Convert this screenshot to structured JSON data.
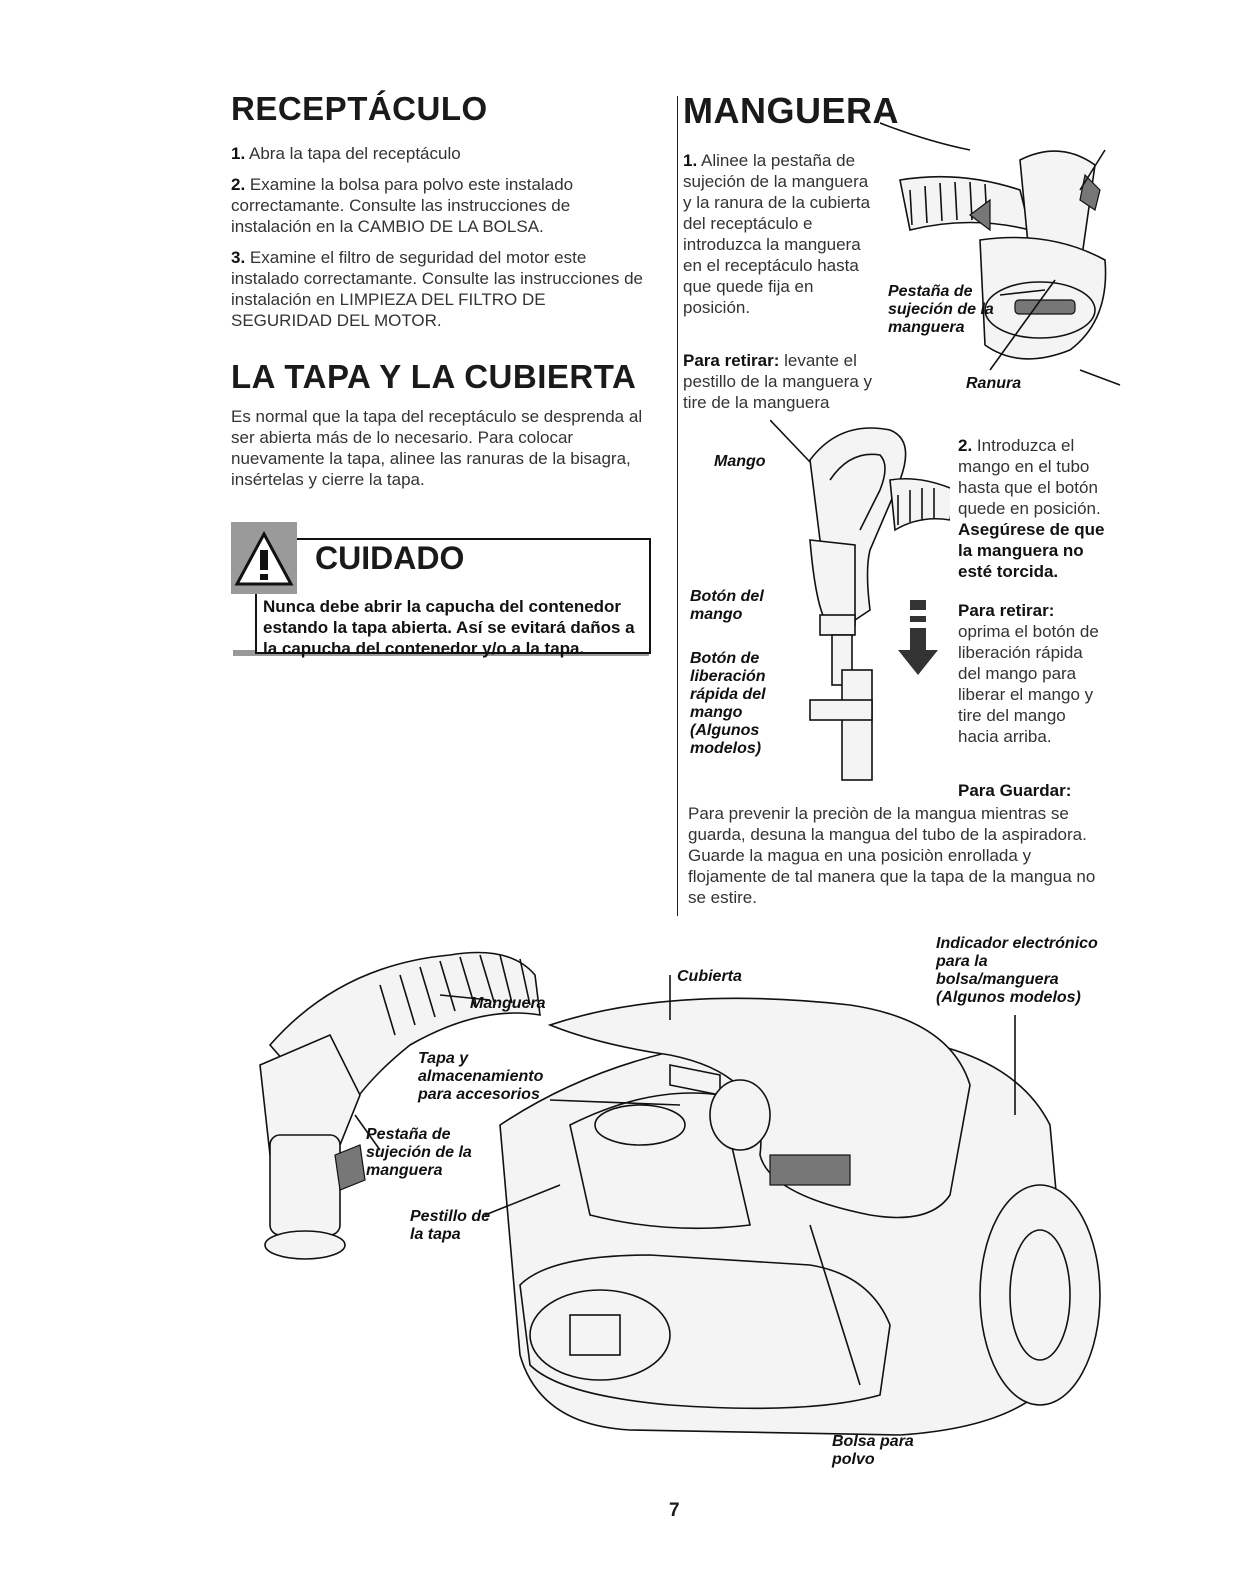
{
  "receptaculo": {
    "title": "RECEPTÁCULO",
    "items": [
      {
        "num": "1.",
        "text": "Abra la tapa del receptáculo"
      },
      {
        "num": "2.",
        "text": "Examine la bolsa para polvo este instalado correctamante. Consulte las instrucciones de instalación en la CAMBIO DE LA BOLSA."
      },
      {
        "num": "3.",
        "text": "Examine el filtro de seguridad del motor este instalado correctamante. Consulte las instrucciones de instalación en LIMPIEZA DEL FILTRO DE SEGURIDAD DEL MOTOR."
      }
    ]
  },
  "tapa": {
    "title": "LA TAPA Y LA CUBIERTA",
    "text": "Es normal que la tapa del receptáculo se desprenda al ser abierta más de lo necesario. Para colocar nuevamente la tapa, alinee las ranuras de la bisagra, insértelas y cierre la tapa."
  },
  "cuidado": {
    "title": "CUIDADO",
    "text": "Nunca debe abrir la capucha del contenedor estando la tapa abierta. Así se evitará daños a la capucha del contenedor y/o a la tapa."
  },
  "manguera": {
    "title": "MANGUERA",
    "step1": {
      "num": "1.",
      "text": "Alinee la pestaña de sujeción de la manguera y la ranura de la cubierta del receptáculo e introduzca la manguera en el receptáculo hasta que quede fija en posición."
    },
    "remove1": {
      "label": "Para retirar:",
      "text": "levante el pestillo de la manguera y tire de la manguera"
    },
    "step2": {
      "num": "2.",
      "text": "Introduzca el mango en el tubo hasta que el botón quede en posición.",
      "bold": "Asegúrese de que la manguera no esté torcida."
    },
    "remove2": {
      "label": "Para retirar:",
      "text": "oprima el botón de liberación rápida del mango para liberar el mango y tire del mango hacia arriba."
    },
    "store": {
      "label": "Para Guardar:",
      "text": "Para prevenir la preciòn de la mangua mientras se guarda, desuna la mangua del tubo de la aspiradora. Guarde la magua en una posiciòn enrollada y flojamente de tal manera que la tapa de la mangua no se estire."
    }
  },
  "labels": {
    "pestana_top": "Pestaña de sujeción de la manguera",
    "ranura": "Ranura",
    "mango": "Mango",
    "boton_mango": "Botón del mango",
    "boton_liberacion": "Botón de liberación rápida del mango (Algunos modelos)",
    "manguera": "Manguera",
    "cubierta": "Cubierta",
    "indicador": "Indicador electrónico para la bolsa/manguera (Algunos modelos)",
    "tapa_almacen": "Tapa y almacenamiento para accesorios",
    "pestana_bottom": "Pestaña de sujeción de la manguera",
    "pestillo": "Pestillo de la tapa",
    "bolsa": "Bolsa para polvo"
  },
  "page_number": "7"
}
